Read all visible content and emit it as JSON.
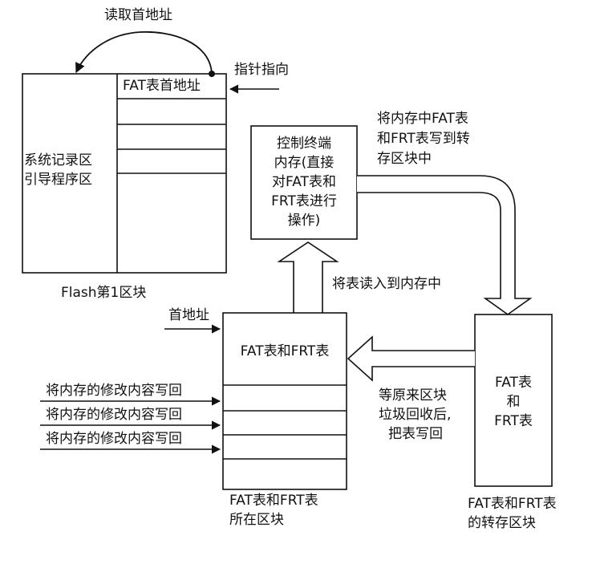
{
  "top_arrow_label": "读取首地址",
  "pointer_label": "指针指向",
  "flash_block": {
    "first_row": "FAT表首地址",
    "area_label_1": "系统记录区",
    "area_label_2": "引导程序区",
    "caption": "Flash第1区块"
  },
  "control_memory": {
    "lines": [
      "控制终端",
      "内存(直接",
      "对FAT表和",
      "FRT表进行",
      "操作)"
    ]
  },
  "write_to_transfer": [
    "将内存中FAT表",
    "和FRT表写到转",
    "存区块中"
  ],
  "read_into_memory": "将表读入到内存中",
  "first_address": "首地址",
  "fat_frt_block": {
    "title": "FAT表和FRT表",
    "caption_1": "FAT表和FRT表",
    "caption_2": "所在区块"
  },
  "write_back_labels": [
    "将内存的修改内容写回",
    "将内存的修改内容写回",
    "将内存的修改内容写回"
  ],
  "recycle_note": [
    "等原来区块",
    "垃圾回收后,",
    "把表写回"
  ],
  "transfer_block": {
    "lines": [
      "FAT表",
      "和",
      "FRT表"
    ],
    "caption_1": "FAT表和FRT表",
    "caption_2": "的转存区块"
  }
}
